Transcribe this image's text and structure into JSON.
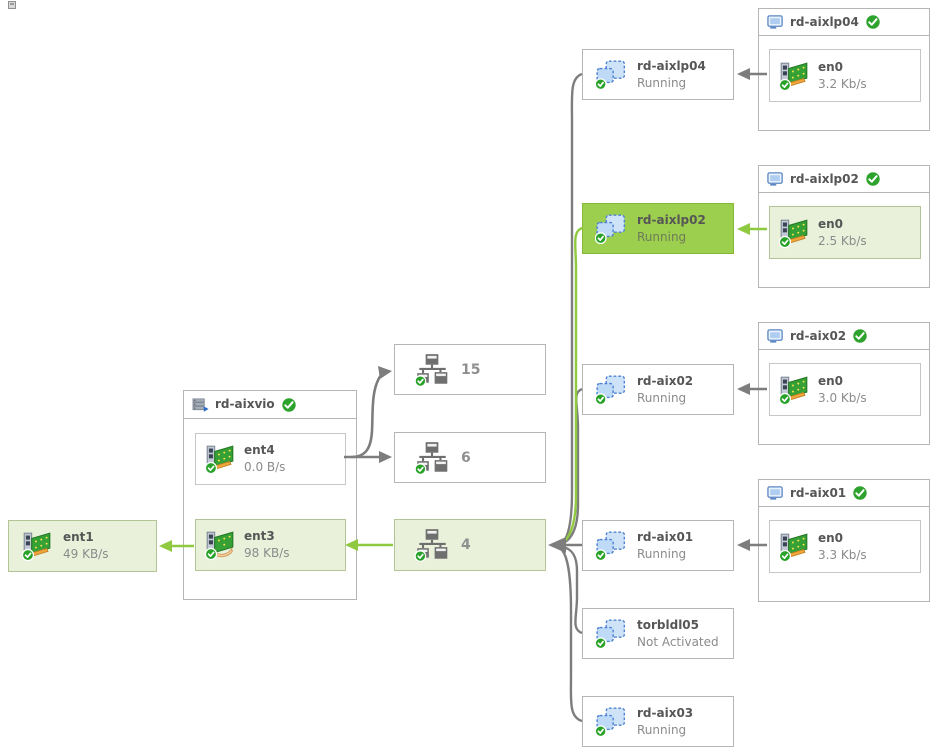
{
  "diagram": {
    "kind": "virtual-network-topology"
  },
  "colors": {
    "selected_bg": "#9ccf4e",
    "related_bg": "#e9f1db",
    "gray_line": "#7d7d7d",
    "green_line": "#8fc93f",
    "status_ok_green": "#2da32d",
    "box_border": "#b5b5b5"
  },
  "left_adapter": {
    "name": "ent1",
    "rate": "49 KB/s"
  },
  "vio": {
    "title": "rd-aixvio",
    "status": "ok",
    "adapters": [
      {
        "name": "ent4",
        "rate": "0.0 B/s"
      },
      {
        "name": "ent3",
        "rate": "98 KB/s"
      }
    ]
  },
  "switches": [
    {
      "label": "15"
    },
    {
      "label": "6"
    },
    {
      "label": "4"
    }
  ],
  "vm_nodes": [
    {
      "name": "rd-aixlp04",
      "status": "Running"
    },
    {
      "name": "rd-aixlp02",
      "status": "Running"
    },
    {
      "name": "rd-aix02",
      "status": "Running"
    },
    {
      "name": "rd-aix01",
      "status": "Running"
    },
    {
      "name": "torbldl05",
      "status": "Not Activated"
    },
    {
      "name": "rd-aix03",
      "status": "Running"
    }
  ],
  "host_cards": [
    {
      "title": "rd-aixlp04",
      "adapter": {
        "name": "en0",
        "rate": "3.2 Kb/s"
      }
    },
    {
      "title": "rd-aixlp02",
      "adapter": {
        "name": "en0",
        "rate": "2.5 Kb/s"
      }
    },
    {
      "title": "rd-aix02",
      "adapter": {
        "name": "en0",
        "rate": "3.0 Kb/s"
      }
    },
    {
      "title": "rd-aix01",
      "adapter": {
        "name": "en0",
        "rate": "3.3 Kb/s"
      }
    }
  ],
  "links": [
    {
      "from": "ent3",
      "to": "ent1",
      "color": "green"
    },
    {
      "from": "switch-4",
      "to": "ent3",
      "color": "green"
    },
    {
      "from": "ent4",
      "to": "switch-6",
      "color": "gray"
    },
    {
      "from": "ent4",
      "to": "switch-15",
      "color": "gray"
    },
    {
      "from": "rd-aixlp04",
      "to": "switch-4",
      "color": "gray"
    },
    {
      "from": "rd-aixlp02",
      "to": "switch-4",
      "color": "green"
    },
    {
      "from": "rd-aix02",
      "to": "switch-4",
      "color": "gray"
    },
    {
      "from": "rd-aix01",
      "to": "switch-4",
      "color": "gray"
    },
    {
      "from": "torbldl05",
      "to": "switch-4",
      "color": "gray"
    },
    {
      "from": "rd-aix03",
      "to": "switch-4",
      "color": "gray"
    },
    {
      "from": "en0-rd-aixlp04",
      "to": "rd-aixlp04",
      "color": "gray"
    },
    {
      "from": "en0-rd-aixlp02",
      "to": "rd-aixlp02",
      "color": "green"
    },
    {
      "from": "en0-rd-aix02",
      "to": "rd-aix02",
      "color": "gray"
    },
    {
      "from": "en0-rd-aix01",
      "to": "rd-aix01",
      "color": "gray"
    }
  ],
  "icons": {
    "adapter": "network-card-icon",
    "vm": "lpar-icon",
    "switch": "network-switch-icon",
    "vio_header": "server-icon",
    "host_header": "monitor-icon",
    "status": "check-circle-icon"
  }
}
